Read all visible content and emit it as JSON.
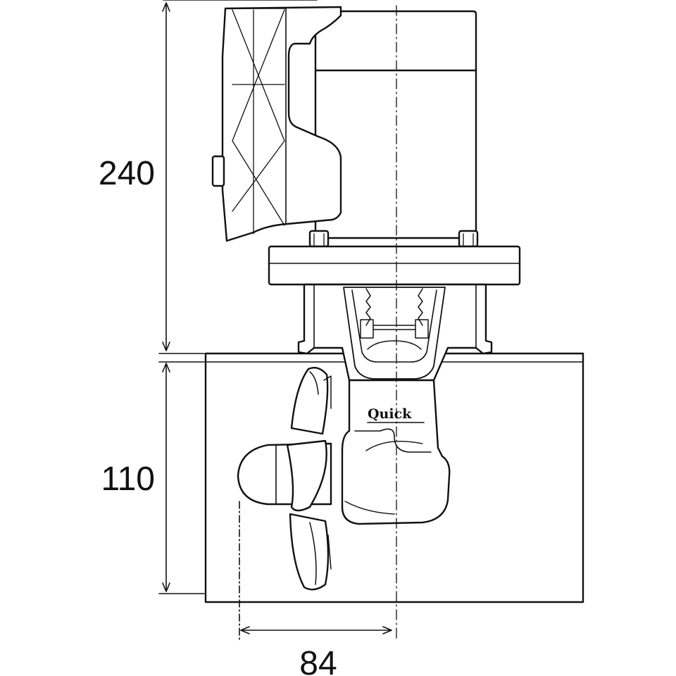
{
  "drawing": {
    "dimensions": {
      "height_upper": "240",
      "height_lower": "110",
      "offset_width": "84"
    },
    "logo_text": "Quick",
    "colors": {
      "line": "#111111",
      "background": "#ffffff"
    }
  }
}
